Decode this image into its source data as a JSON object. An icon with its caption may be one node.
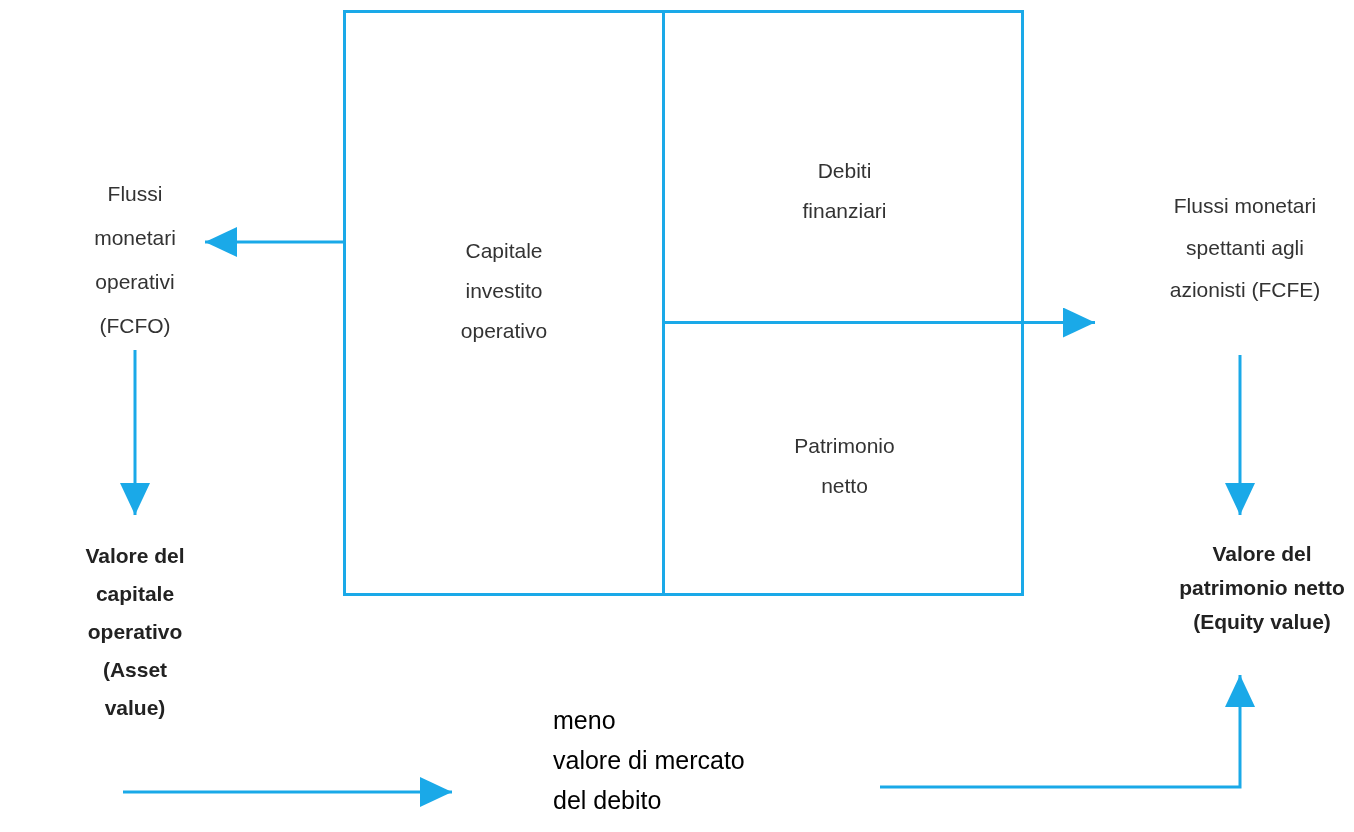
{
  "diagram": {
    "nodes": [
      {
        "text": [],
        "shape": "box"
      },
      {
        "text": [
          "Capitale investito operativo"
        ],
        "in": 0
      },
      {
        "text": [
          "Debiti finanziari"
        ],
        "in": 0
      },
      {
        "text": [
          "Patrimonio netto"
        ],
        "in": 0
      },
      {
        "text": [
          "Flussi monetari operativi (FCFO)"
        ]
      },
      {
        "text": [
          "Valore del capitale operativo (Asset value)"
        ]
      },
      {
        "text": [
          "Flussi monetari spettanti agli azionisti (FCFE)"
        ]
      },
      {
        "text": [
          "Valore del patrimonio netto (Equity value)"
        ]
      },
      {
        "text": [
          "meno",
          "valore di mercato del debito"
        ]
      }
    ],
    "edges": [
      {
        "from": 1,
        "to": 4,
        "arrow": "to"
      },
      {
        "from": 4,
        "to": 5,
        "arrow": "to"
      },
      {
        "from": 2,
        "to": 6,
        "arrow": "to"
      },
      {
        "from": 6,
        "to": 7,
        "arrow": "to"
      },
      {
        "from": null,
        "to": 8,
        "arrow": "to"
      },
      {
        "from": 8,
        "to": 7,
        "arrow": "to"
      }
    ]
  }
}
